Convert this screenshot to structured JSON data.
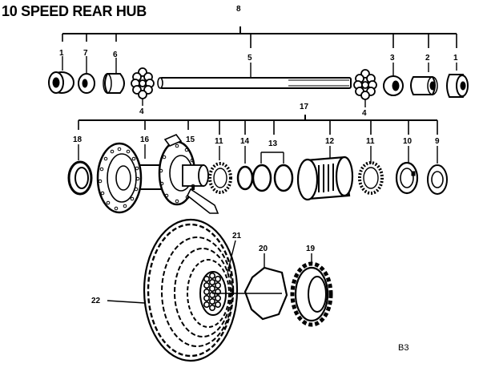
{
  "title": "10 SPEED REAR HUB",
  "diagram_code": "B3",
  "callouts": [
    "1",
    "7",
    "6",
    "4",
    "8",
    "5",
    "3",
    "2",
    "1",
    "4",
    "17",
    "18",
    "16",
    "15",
    "11",
    "14",
    "13",
    "12",
    "11",
    "10",
    "9",
    "21",
    "20",
    "19",
    "22"
  ]
}
